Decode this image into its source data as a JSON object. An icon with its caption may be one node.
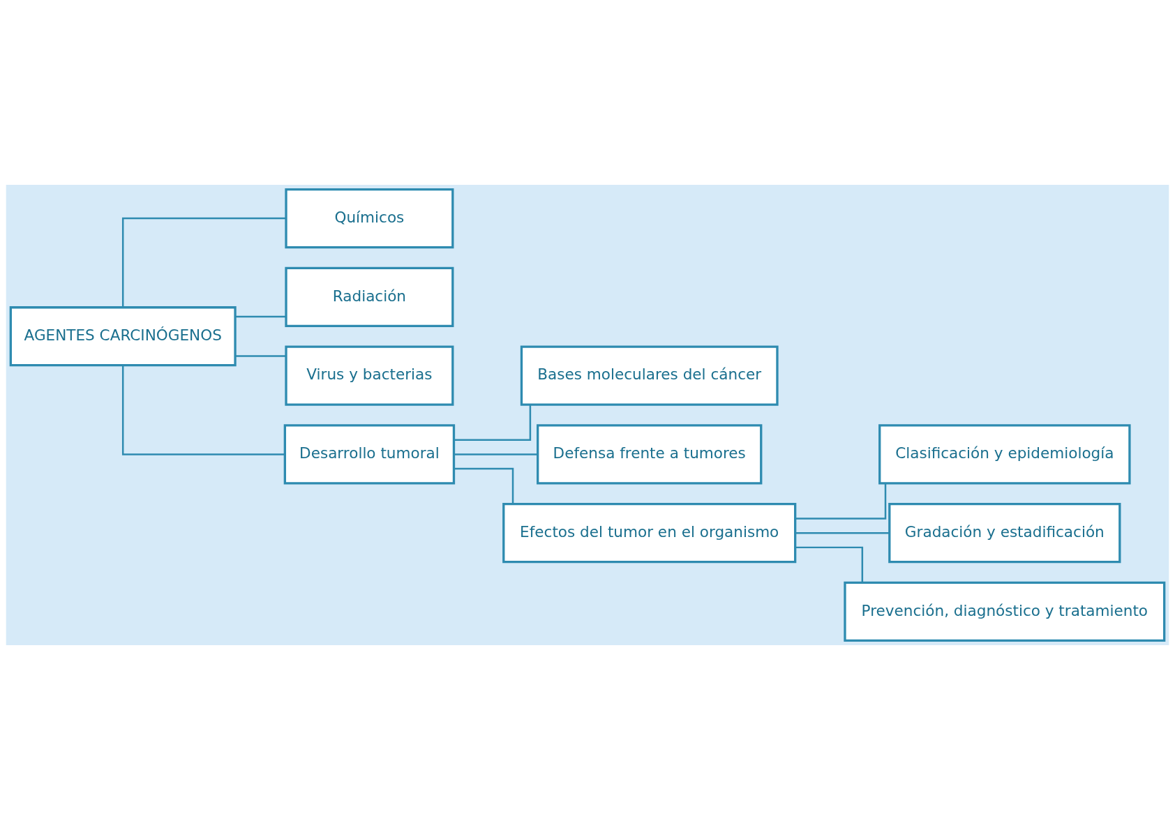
{
  "diagram": {
    "nodes": [
      {
        "text": [
          "AGENTES CARCINÓGENOS"
        ]
      },
      {
        "text": [
          "Químicos"
        ]
      },
      {
        "text": [
          "Radiación"
        ]
      },
      {
        "text": [
          "Virus y bacterias"
        ]
      },
      {
        "text": [
          "Desarrollo tumoral"
        ]
      },
      {
        "text": [
          "Bases moleculares del cáncer"
        ]
      },
      {
        "text": [
          "Defensa frente a tumores"
        ]
      },
      {
        "text": [
          "Efectos del tumor en el organismo"
        ]
      },
      {
        "text": [
          "Clasificación y epidemiología"
        ]
      },
      {
        "text": [
          "Gradación y estadificación"
        ]
      },
      {
        "text": [
          "Prevención, diagnóstico y tratamiento"
        ]
      }
    ],
    "edges": [
      {
        "from": 0,
        "to": 1,
        "arrow": "none"
      },
      {
        "from": 0,
        "to": 2,
        "arrow": "none"
      },
      {
        "from": 0,
        "to": 3,
        "arrow": "none"
      },
      {
        "from": 0,
        "to": 4,
        "arrow": "none"
      },
      {
        "from": 4,
        "to": 5,
        "arrow": "none"
      },
      {
        "from": 4,
        "to": 6,
        "arrow": "none"
      },
      {
        "from": 4,
        "to": 7,
        "arrow": "none"
      },
      {
        "from": 7,
        "to": 8,
        "arrow": "none"
      },
      {
        "from": 7,
        "to": 9,
        "arrow": "none"
      },
      {
        "from": 7,
        "to": 10,
        "arrow": "none"
      }
    ]
  }
}
